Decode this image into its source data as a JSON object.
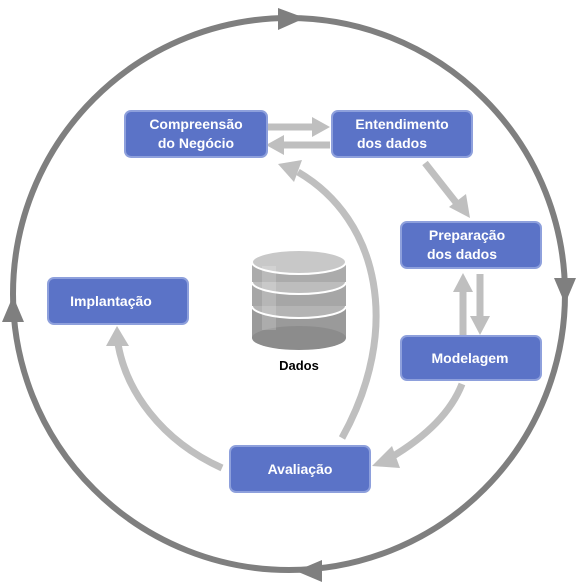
{
  "colors": {
    "node_fill": "#5b73c7",
    "node_stroke": "#8ea0dc",
    "node_text": "#ffffff",
    "outer_cycle": "#7f7f7f",
    "inner_arrows": "#bfbfbf",
    "database": "#a6a6a6"
  },
  "nodes": {
    "business_understanding": {
      "line1": "Compreensão",
      "line2": "do Negócio"
    },
    "data_understanding": {
      "line1": "Entendimento",
      "line2": "dos dados"
    },
    "data_preparation": {
      "line1": "Preparação",
      "line2": "dos dados"
    },
    "modeling": {
      "label": "Modelagem"
    },
    "evaluation": {
      "label": "Avaliação"
    },
    "deployment": {
      "label": "Implantação"
    }
  },
  "center": {
    "icon": "database-icon",
    "label": "Dados"
  }
}
